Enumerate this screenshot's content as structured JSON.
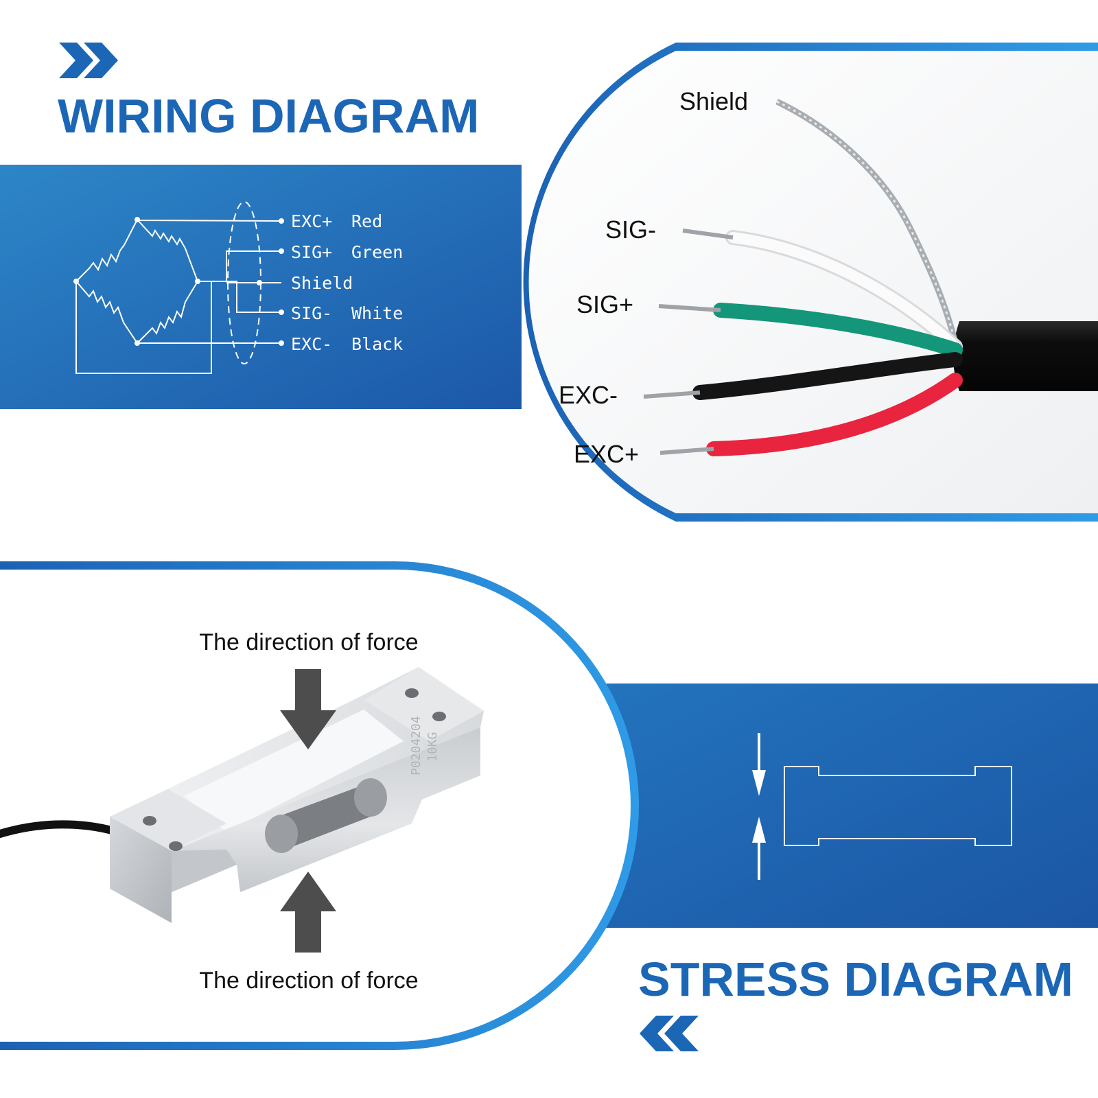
{
  "wiring": {
    "heading": "WIRING DIAGRAM",
    "bridge_labels": [
      {
        "terminal": "EXC+",
        "color_name": "Red"
      },
      {
        "terminal": "SIG+",
        "color_name": "Green"
      },
      {
        "terminal": "Shield",
        "color_name": ""
      },
      {
        "terminal": "SIG-",
        "color_name": "White"
      },
      {
        "terminal": "EXC-",
        "color_name": "Black"
      }
    ],
    "wire_callouts": [
      "Shield",
      "SIG-",
      "SIG+",
      "EXC-",
      "EXC+"
    ]
  },
  "stress": {
    "heading": "STRESS DIAGRAM",
    "force_label_top": "The direction of force",
    "force_label_bottom": "The direction of force",
    "engraving": [
      "P0204204",
      "10KG"
    ]
  },
  "colors": {
    "brand_blue": "#1c66b6",
    "band_blue": "#1f62ad",
    "wire_red": "#e8243f",
    "wire_green": "#14967a",
    "wire_white": "#f4f4f4",
    "wire_black": "#151515"
  },
  "icons": {
    "top_chevrons": "double-chevron-right-icon",
    "bottom_chevrons": "double-chevron-left-icon"
  }
}
